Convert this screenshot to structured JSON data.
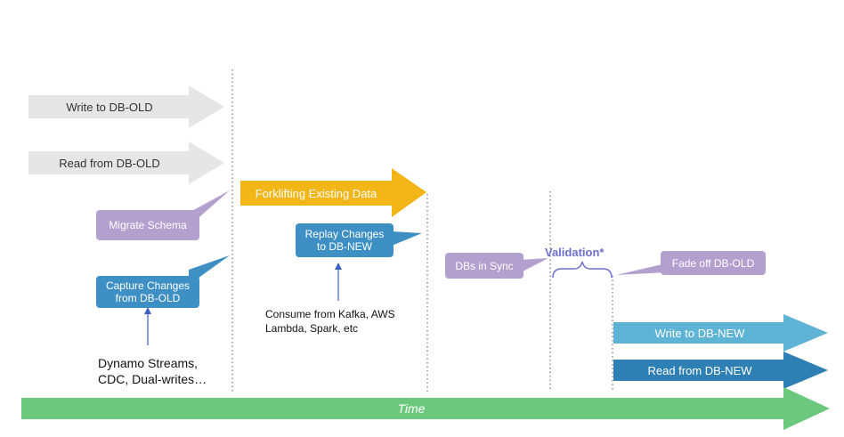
{
  "arrows": {
    "write_old": "Write to DB-OLD",
    "read_old": "Read from DB-OLD",
    "forklift": "Forklifting Existing Data",
    "write_new": "Write to DB-NEW",
    "read_new": "Read from DB-NEW",
    "time": "Time"
  },
  "callouts": {
    "migrate_schema": "Migrate Schema",
    "capture_changes": "Capture Changes\nfrom DB-OLD",
    "replay_changes": "Replay Changes\nto DB-NEW",
    "dbs_in_sync": "DBs in Sync",
    "fade_off": "Fade off DB-OLD"
  },
  "notes": {
    "capture_sources": "Dynamo Streams,\nCDC, Dual-writes…",
    "replay_sources": "Consume from Kafka, AWS\nLambda, Spark, etc"
  },
  "validation": "Validation*",
  "colors": {
    "gray_arrow": "#e6e6e6",
    "orange_arrow": "#f2b619",
    "purple": "#b4a0cf",
    "blue": "#3d8fc4",
    "light_blue": "#5fb4d6",
    "dark_blue": "#2e7fb4",
    "green": "#6cc87c",
    "validation_text": "#6f6fd0"
  }
}
